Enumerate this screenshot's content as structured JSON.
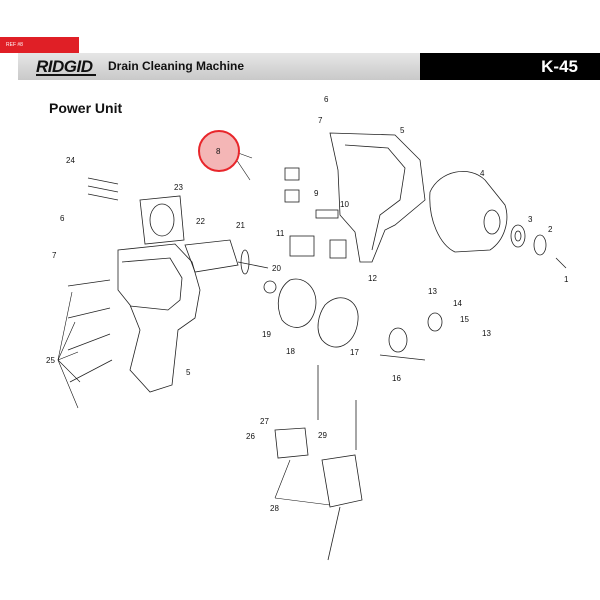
{
  "ref_tag": "REF #8",
  "header": {
    "brand": "RIDGID",
    "title": "Drain Cleaning Machine",
    "model": "K-45"
  },
  "section_title": "Power Unit",
  "highlight": {
    "part": "8",
    "color": "#e8262b"
  },
  "colors": {
    "brand_red": "#e01f26",
    "model_bg": "#000000",
    "header_gray": "#d6d6d6"
  },
  "part_numbers": [
    "1",
    "2",
    "3",
    "4",
    "5",
    "6",
    "7",
    "8",
    "9",
    "10",
    "11",
    "12",
    "13",
    "14",
    "15",
    "16",
    "17",
    "18",
    "19",
    "20",
    "21",
    "22",
    "23",
    "24",
    "25",
    "26",
    "27",
    "28",
    "29"
  ]
}
